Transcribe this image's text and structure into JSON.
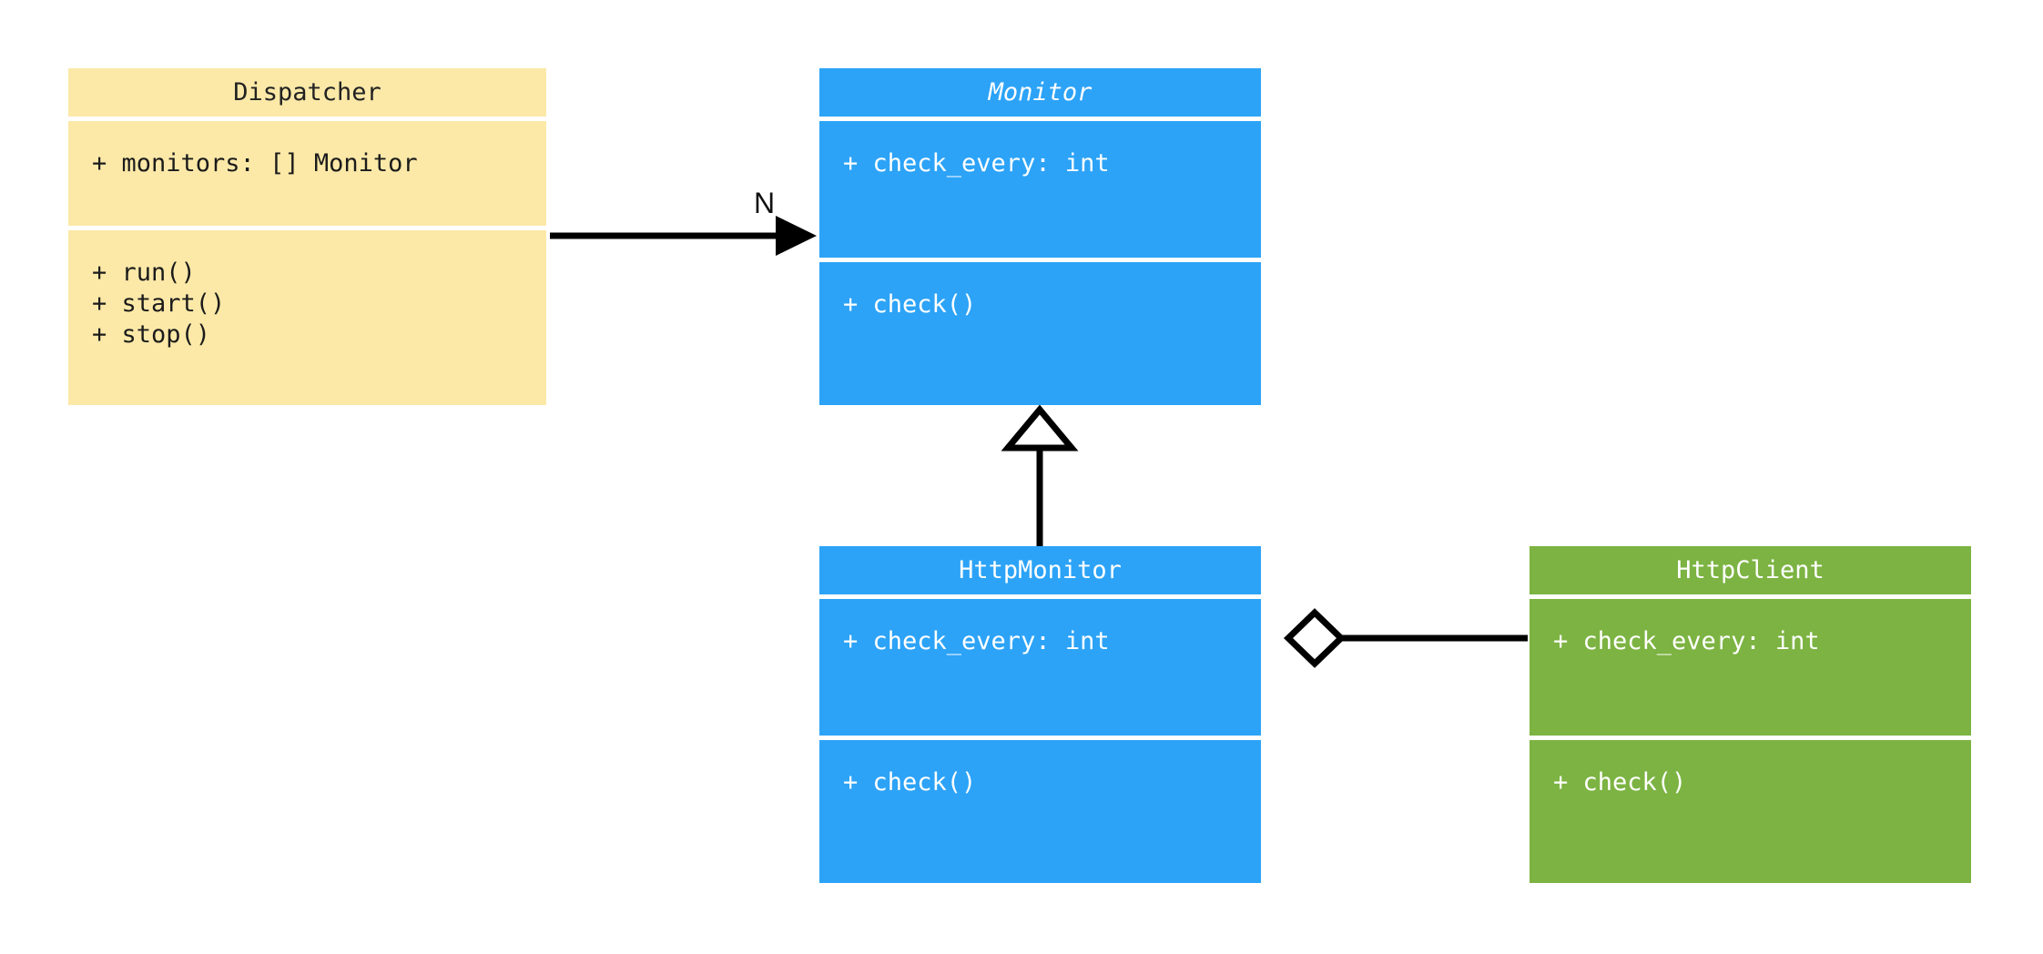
{
  "diagram": {
    "kind": "uml-class-diagram",
    "colors": {
      "yellow": "#fce9a8",
      "blue": "#2ca3f7",
      "green": "#7cb342",
      "line": "#000000",
      "canvas": "#ffffff"
    }
  },
  "classes": {
    "dispatcher": {
      "name": "Dispatcher",
      "abstract": false,
      "attributes": [
        "+ monitors: [] Monitor"
      ],
      "methods": [
        "+ run()",
        "+ start()",
        "+ stop()"
      ]
    },
    "monitor": {
      "name": "Monitor",
      "abstract": true,
      "attributes": [
        "+ check_every: int"
      ],
      "methods": [
        "+ check()"
      ]
    },
    "http_monitor": {
      "name": "HttpMonitor",
      "abstract": false,
      "attributes": [
        "+ check_every: int"
      ],
      "methods": [
        "+ check()"
      ]
    },
    "http_client": {
      "name": "HttpClient",
      "abstract": false,
      "attributes": [
        "+ check_every: int"
      ],
      "methods": [
        "+ check()"
      ]
    }
  },
  "relationships": {
    "dispatcher_to_monitor": {
      "type": "association",
      "from": "Dispatcher",
      "to": "Monitor",
      "multiplicity_label": "N",
      "arrow": "open-filled-arrow"
    },
    "http_monitor_to_monitor": {
      "type": "generalization",
      "from": "HttpMonitor",
      "to": "Monitor",
      "multiplicity_label": "",
      "arrow": "hollow-triangle"
    },
    "http_monitor_to_http_client": {
      "type": "aggregation",
      "from": "HttpMonitor",
      "to": "HttpClient",
      "multiplicity_label": "",
      "arrow": "hollow-diamond"
    }
  }
}
